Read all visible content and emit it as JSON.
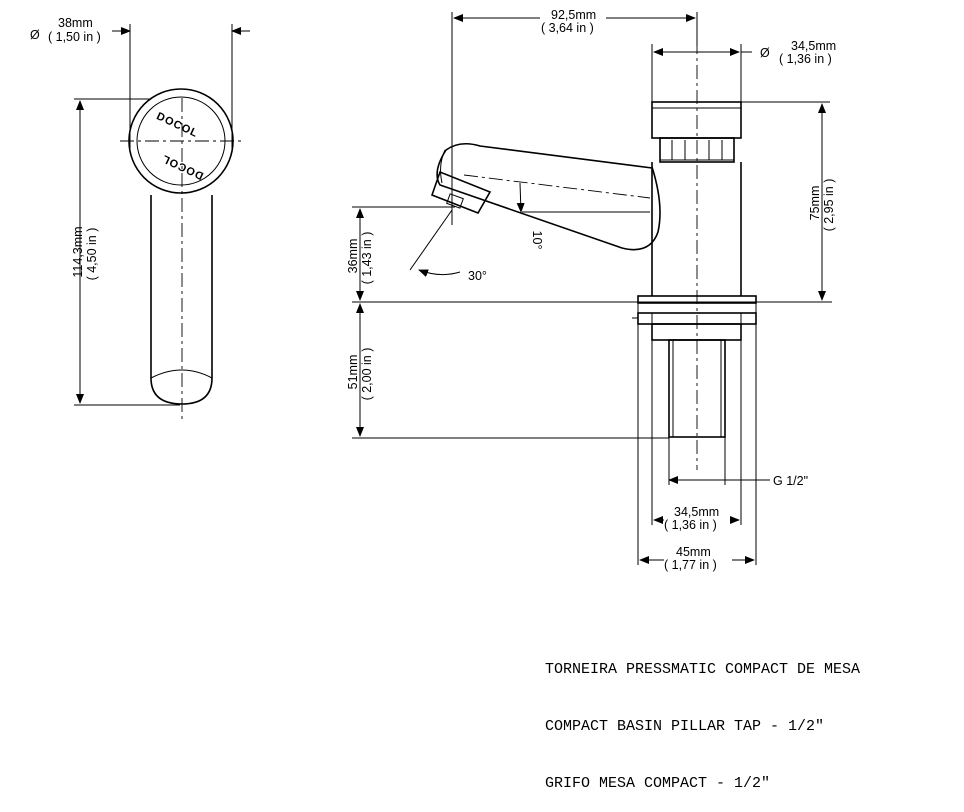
{
  "title_lines": [
    "TORNEIRA PRESSMATIC COMPACT DE MESA",
    "COMPACT BASIN PILLAR TAP - 1/2\"",
    "GRIFO MESA COMPACT - 1/2\""
  ],
  "brand": {
    "top": "DOCOL",
    "bottom": "DOCOL"
  },
  "diameter_symbol": "Ø",
  "dims": {
    "top_diameter": {
      "mm": "38mm",
      "in": "( 1,50 in )"
    },
    "total_height": {
      "mm": "114,3mm",
      "in": "( 4,50 in )"
    },
    "spout_reach": {
      "mm": "92,5mm",
      "in": "( 3,64 in )"
    },
    "button_diameter": {
      "mm": "34,5mm",
      "in": "( 1,36 in )"
    },
    "body_height": {
      "mm": "75mm",
      "in": "( 2,95 in )"
    },
    "outlet_height": {
      "mm": "36mm",
      "in": "( 1,43 in )"
    },
    "shank_length": {
      "mm": "51mm",
      "in": "( 2,00 in )"
    },
    "shank_diameter": {
      "mm": "34,5mm",
      "in": "( 1,36 in )"
    },
    "flange_diameter": {
      "mm": "45mm",
      "in": "( 1,77 in )"
    }
  },
  "angles": {
    "spout": "10°",
    "outlet": "30°"
  },
  "thread": "G 1/2\""
}
